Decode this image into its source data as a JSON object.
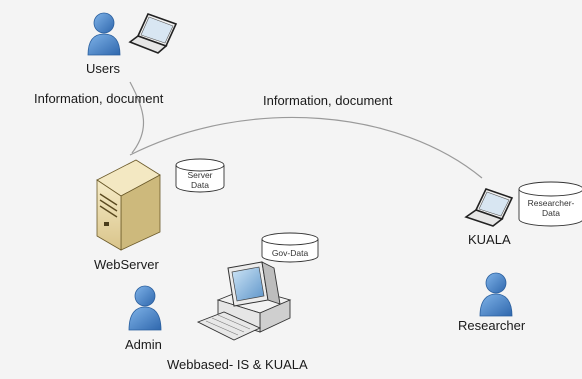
{
  "nodes": {
    "users": "Users",
    "webserver": "WebServer",
    "admin": "Admin",
    "webbased": "Webbased- IS & KUALA",
    "kuala": "KUALA",
    "researcher": "Researcher"
  },
  "edges": {
    "users_to_server": "Information, document",
    "server_to_kuala": "Information, document"
  },
  "datastores": {
    "server_data_line1": "Server",
    "server_data_line2": "Data",
    "gov_data": "Gov-Data",
    "researcher_data_line1": "Researcher-",
    "researcher_data_line2": "Data"
  },
  "colors": {
    "person": "#3a78c2",
    "server_body": "#e8d9a8",
    "connector": "#9a9a9a"
  }
}
